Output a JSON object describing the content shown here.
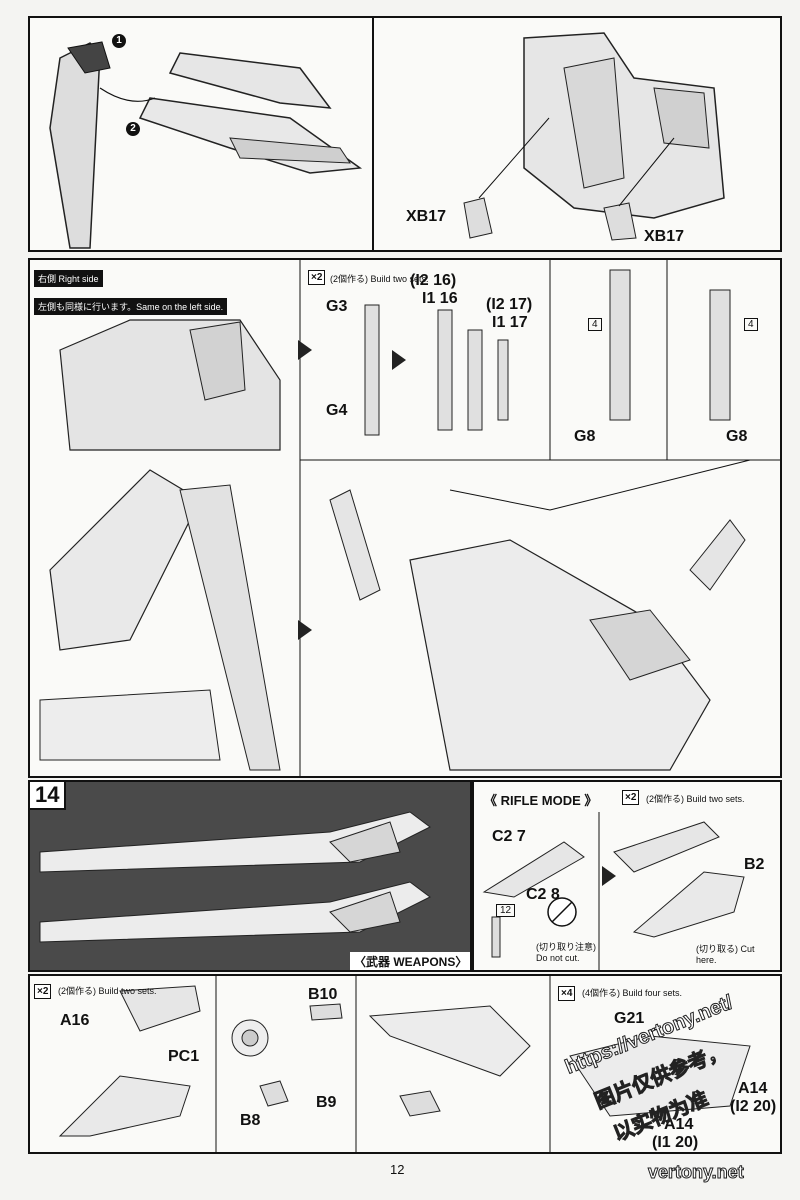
{
  "top_left": {
    "steps": [
      "1",
      "2"
    ]
  },
  "top_right": {
    "parts": [
      "XB17",
      "XB17"
    ]
  },
  "mid": {
    "side_label": "右側 Right side",
    "same_label": "左側も同様に行います。Same on the left side.",
    "x2": "×2",
    "build_two": "(2個作る) Build two sets.",
    "g3": "G3",
    "g4": "G4",
    "i2_16": "(I2 16)",
    "i1_16": "I1 16",
    "i2_17": "(I2 17)",
    "i1_17": "I1 17",
    "g8a": "G8",
    "g8b": "G8",
    "ref4a": "4",
    "ref4b": "4"
  },
  "step14": {
    "number": "14",
    "weapons": "〈武器 WEAPONS〉",
    "rifle_mode": "《 RIFLE MODE 》",
    "x2": "×2",
    "build_two": "(2個作る) Build two sets.",
    "c2_7": "C2 7",
    "c2_8": "C2 8",
    "ref12": "12",
    "do_not_cut": "(切り取り注意) Do not cut.",
    "b2": "B2",
    "cut_here": "(切り取る) Cut here."
  },
  "bottom": {
    "x2": "×2",
    "build_two": "(2個作る) Build two sets.",
    "a16": "A16",
    "pc1": "PC1",
    "b10": "B10",
    "b8": "B8",
    "b9": "B9",
    "x4": "×4",
    "build_four": "(4個作る) Build four sets.",
    "g_21": "G21",
    "a14a": "A14",
    "i2_20": "(I2 20)",
    "a14b": "A14",
    "i1_20": "(I1 20)"
  },
  "watermark": {
    "url": "https://vertony.net/",
    "cn1": "图片仅供参考，",
    "cn2": "以实物为准",
    "site": "vertony.net"
  },
  "page_number": "12"
}
